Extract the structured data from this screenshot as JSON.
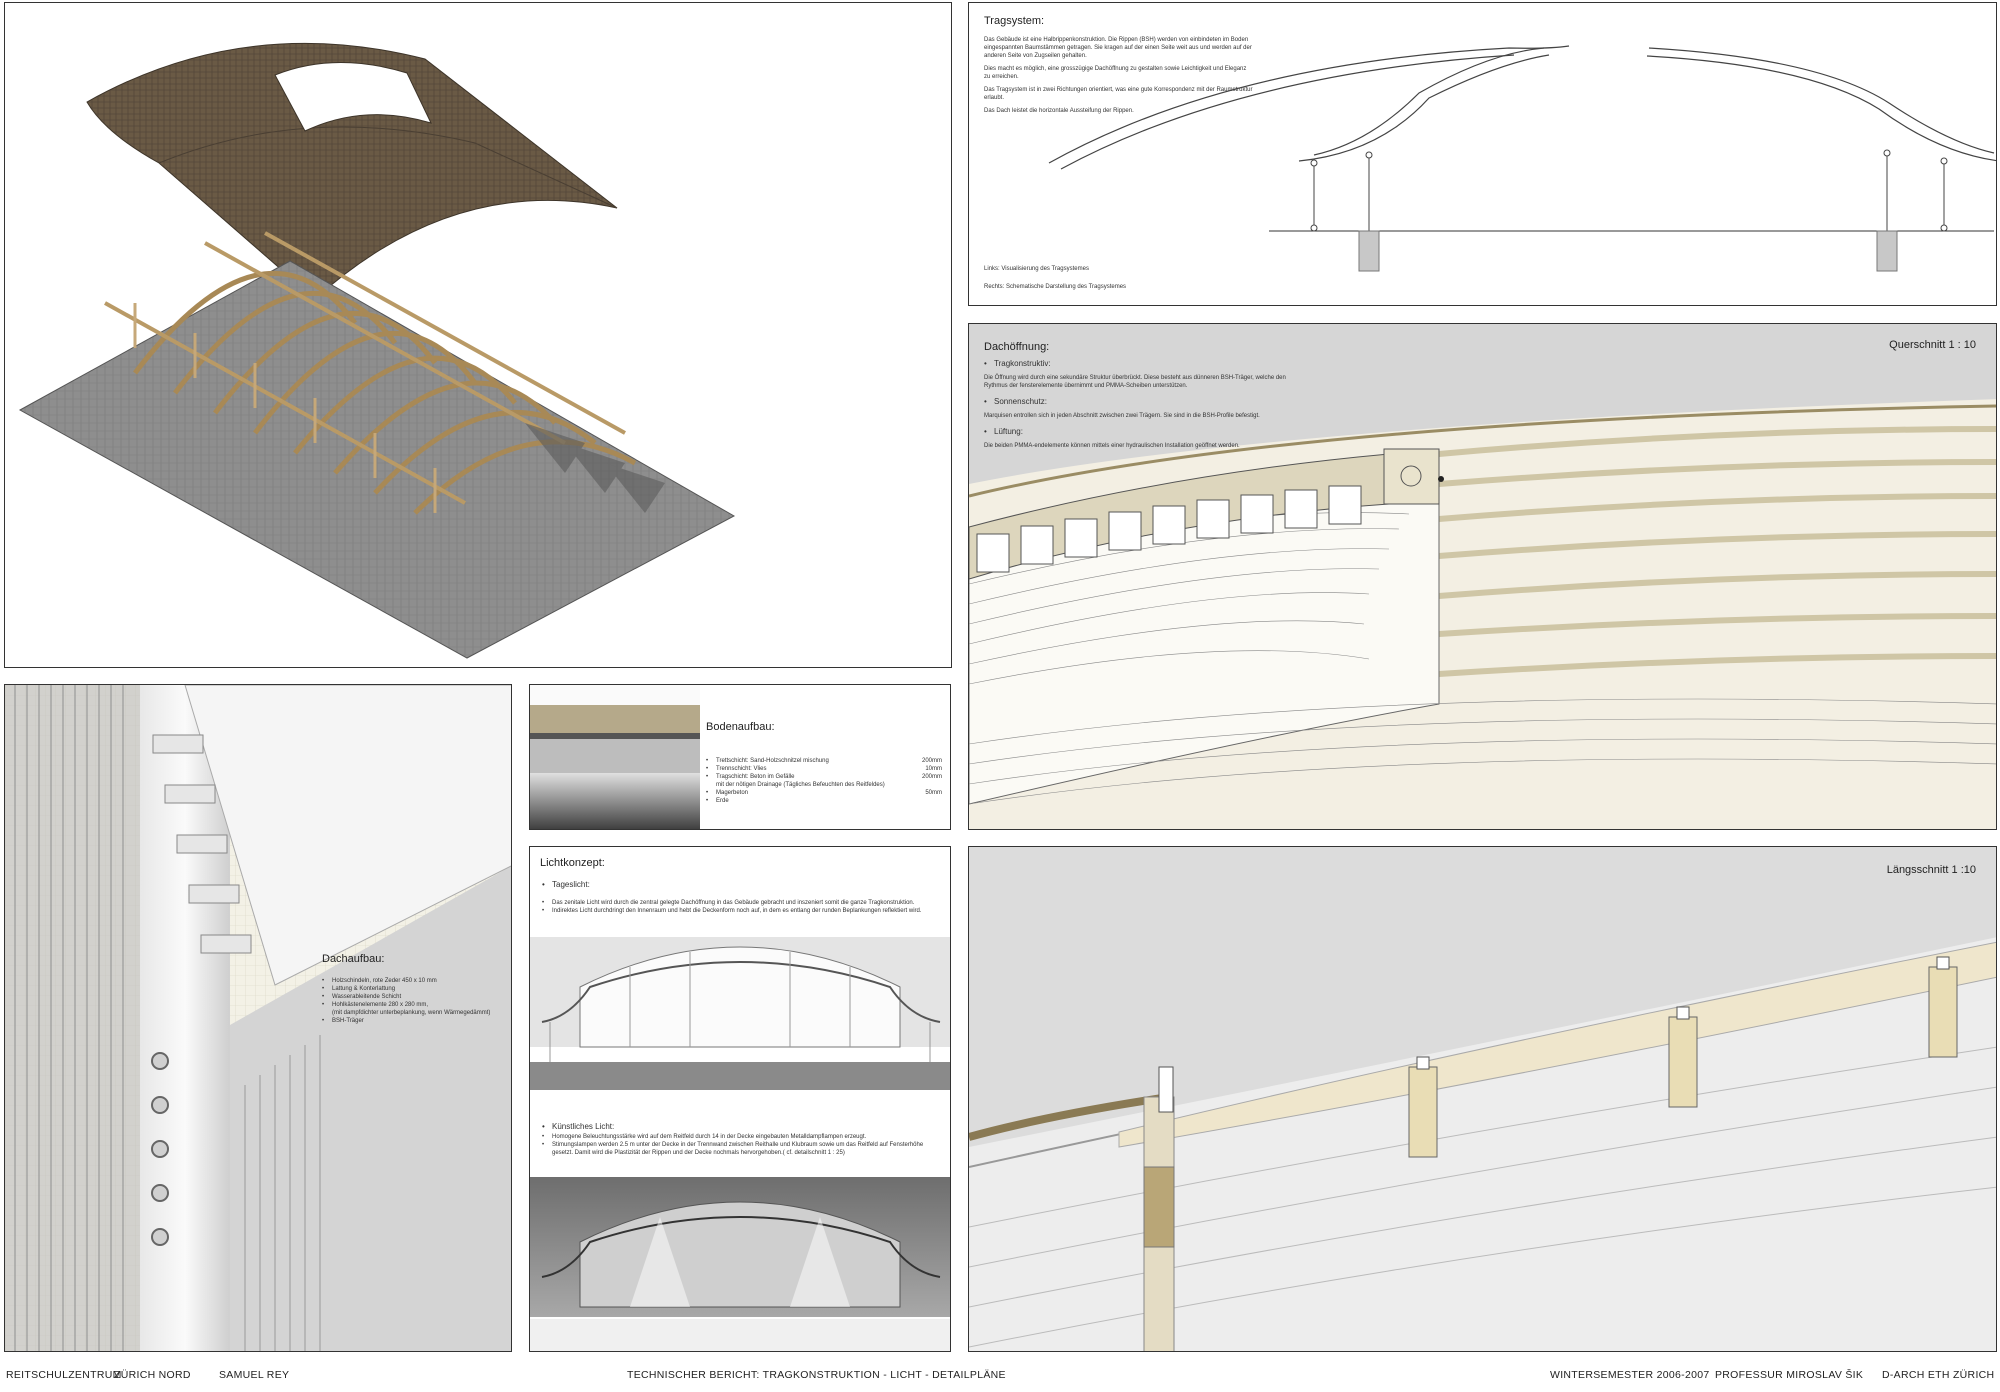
{
  "tragsystem": {
    "title": "Tragsystem:",
    "paragraphs": [
      "Das Gebäude ist eine Halbrippenkonstruktion. Die Rippen (BSH) werden von einbindeten im Boden eingespannten Baumstämmen getragen. Sie kragen auf der einen Seite weit aus und werden auf der anderen Seite von Zugseilen gehalten.",
      "Dies macht es möglich, eine grosszügige Dachöffnung zu gestalten sowie Leichtigkeit und Eleganz zu erreichen.",
      "Das Tragsystem ist in zwei Richtungen orientiert, was eine gute Korrespondenz mit der Raumstruktur erlaubt.",
      "Das Dach leistet die horizontale Aussteifung der Rippen."
    ],
    "caption_left": "Links: Visualisierung des Tragsystemes",
    "caption_right": "Rechts: Schematische Darstellung des Tragsystemes"
  },
  "dachoeffnung": {
    "title": "Dachöffnung:",
    "scale": "Querschnitt 1 : 10",
    "items": [
      {
        "heading": "Tragkonstruktiv:",
        "text": "Die Öffnung wird durch eine sekundäre Struktur überbrückt. Diese besteht aus dünneren BSH-Träger, welche den Rythmus der fensterelemente übernimmt und PMMA-Scheiben unterstützen."
      },
      {
        "heading": "Sonnenschutz:",
        "text": "Marquisen entrollen sich in jeden Abschnitt zwischen zwei Trägern. Sie sind in die BSH-Profile befestigt."
      },
      {
        "heading": "Lüftung:",
        "text": "Die beiden PMMA-endelemente können mittels einer hydraulischen Installation geöffnet werden."
      }
    ]
  },
  "bodenaufbau": {
    "title": "Bodenaufbau:",
    "layers": [
      {
        "label": "Trettschicht: Sand-Holzschnitzel mischung",
        "value": "200mm"
      },
      {
        "label": "Trennschicht: Vlies",
        "value": "10mm"
      },
      {
        "label": "Tragschicht: Beton im Gefälle\nmit der nötigen Drainage (Tägliches Befeuchten des Reitfeldes)",
        "value": "200mm"
      },
      {
        "label": "Magerbeton",
        "value": "50mm"
      },
      {
        "label": "Erde",
        "value": ""
      }
    ]
  },
  "dachaufbau": {
    "title": "Dachaufbau:",
    "items": [
      "Holzschindeln, rote Zeder 450 x 10 mm",
      "Lattung & Konterlattung",
      "Wasserableitende Schicht",
      "Hohlkästenelemente 280 x 280 mm,\n(mit dampfdichter unterbeplankung, wenn Wärmegedämmt)",
      "BSH-Träger"
    ]
  },
  "lichtkonzept": {
    "title": "Lichtkonzept:",
    "tageslicht_heading": "Tageslicht:",
    "tageslicht_items": [
      "Das zenitale Licht wird durch die zentral gelegte Dachöffnung in das Gebäude gebracht und inszeniert somit die ganze Tragkonstruktion.",
      "Indirektes Licht durchdringt den Innenraum und hebt die Deckenform noch auf, in dem es entlang der runden Beplankungen reflektiert wird."
    ],
    "kuenstlich_heading": "Künstliches Licht:",
    "kuenstlich_items": [
      "Homogene Beleuchtungsstärke wird auf dem Reitfeld durch 14 in der Decke eingebauten Metalldampflampen erzeugt.",
      "Stimungslampen werden 2.5 m unter der Decke in der Trennwand zwischen Reithalle und Klubraum sowie um das Reitfeld auf Fensterhöhe gesetzt. Damit wird die Plastizität der Rippen und der Decke nochmals hervorgehoben.( cf. detailschnitt 1 : 25)"
    ]
  },
  "laengsschnitt": {
    "scale": "Längsschnitt 1 :10"
  },
  "footer": {
    "project": "REITSCHULZENTRUM",
    "location": "ZÜRICH NORD",
    "author": "SAMUEL REY",
    "report": "TECHNISCHER BERICHT: TRAGKONSTRUKTION - LICHT - DETAILPLÄNE",
    "semester": "WINTERSEMESTER  2006-2007",
    "professor": "PROFESSUR  MIROSLAV ŠIK",
    "institution": "D-ARCH ETH  ZÜRICH"
  }
}
